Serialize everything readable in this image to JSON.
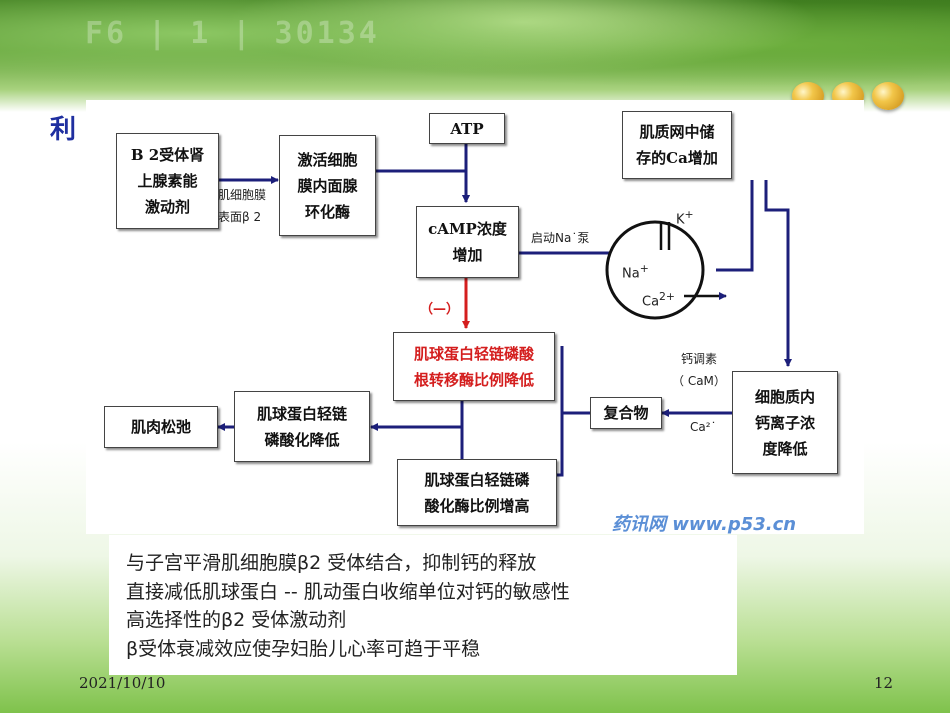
{
  "banner": {
    "decor_text": "F6 | 1 | 30134"
  },
  "slide": {
    "title_fragment": "利",
    "date": "2021/10/10",
    "page_number": "12"
  },
  "diagram": {
    "boxes": {
      "agonist": "Β 2受体肾\n上腺素能\n激动剂",
      "enzyme": "激活细胞\n膜内面腺\n环化酶",
      "atp": "ATP",
      "camp": "cAMP浓度\n增加",
      "sr": "肌质网中储\n存的Ca增加",
      "mlck_ratio": "肌球蛋白轻链磷酸\n根转移酶比例降低",
      "cytosol": "细胞质内\n钙离子浓\n度降低",
      "complex": "复合物",
      "phospho_low": "肌球蛋白轻链\n磷酸化降低",
      "relax": "肌肉松弛",
      "phospho_high": "肌球蛋白轻链磷\n酸化酶比例增高"
    },
    "labels": {
      "receptor": "肌细胞膜\n表面β 2",
      "pump": "启动Na˙泵",
      "inhibit": "（—）",
      "calmodulin": "钙调素\n（ CaM）",
      "ca_arrow": "Ca²˙"
    },
    "ions": {
      "k": "K",
      "na": "Na",
      "ca": "Ca",
      "plus": "+",
      "two_plus": "2+"
    },
    "watermark": "药讯网 www.p53.cn",
    "colors": {
      "arrow": "#1c1f7a",
      "inhibit": "#d41e1e"
    }
  },
  "notes": {
    "lines": [
      "与子宫平滑肌细胞膜β2 受体结合，抑制钙的释放",
      "直接减低肌球蛋白 -- 肌动蛋白收缩单位对钙的敏感性",
      "高选择性的β2 受体激动剂",
      "β受体衰减效应使孕妇胎儿心率可趋于平稳"
    ]
  }
}
